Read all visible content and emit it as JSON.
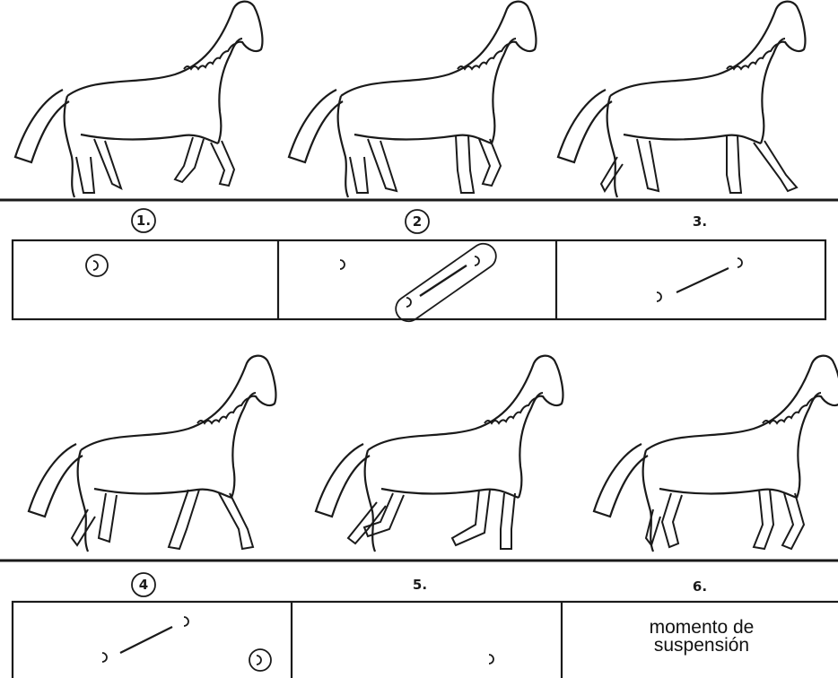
{
  "steps": [
    {
      "label": "1.",
      "circled": true
    },
    {
      "label": "2",
      "circled": true
    },
    {
      "label": "3.",
      "circled": false
    },
    {
      "label": "4",
      "circled": true
    },
    {
      "label": "5.",
      "circled": false
    },
    {
      "label": "6.",
      "circled": false
    }
  ],
  "suspension_note": "momento de\nsuspensión",
  "colors": {
    "ink": "#1a1a1a",
    "background": "#ffffff"
  }
}
